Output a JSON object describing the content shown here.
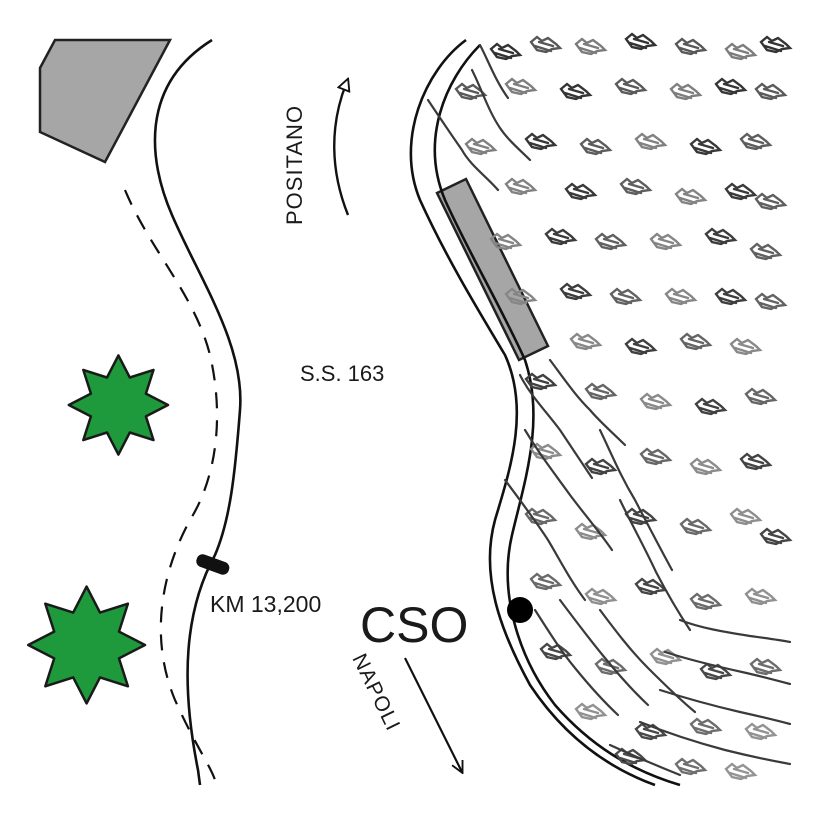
{
  "map": {
    "direction_north_label": "POSITANO",
    "direction_south_label": "NAPOLI",
    "road_label": "S.S. 163",
    "km_marker_label": "KM 13,200",
    "site_label": "CSO"
  },
  "colors": {
    "background": "#ffffff",
    "road_line": "#111111",
    "building_fill": "#a6a6a6",
    "building_stroke": "#222222",
    "tree_fill": "#1e9a3c",
    "tree_stroke": "#1a1a1a",
    "site_marker": "#000000",
    "vegetation": "#555555"
  },
  "icons": {
    "tree": "star-tree-icon",
    "site": "filled-circle-icon",
    "km_marker": "milestone-icon",
    "direction": "arrow-icon"
  }
}
